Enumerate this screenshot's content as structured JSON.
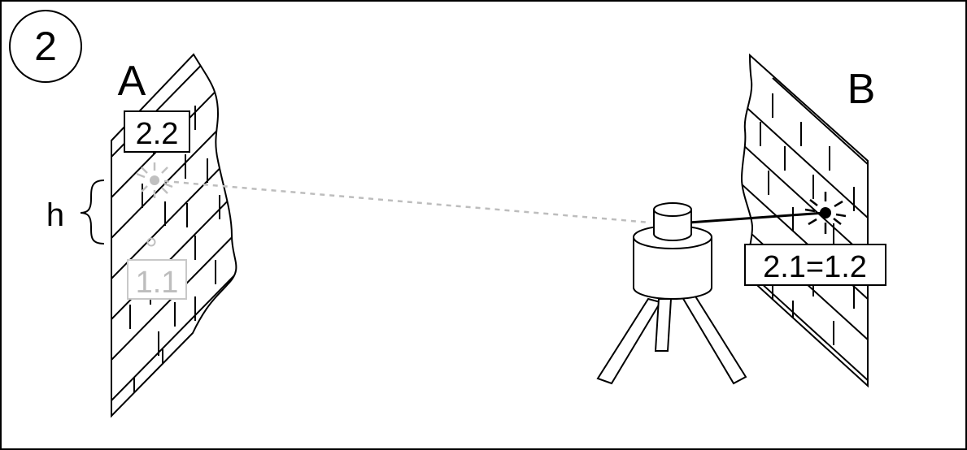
{
  "step_number": "2",
  "wall_a": {
    "label": "A",
    "mark_upper": "2.2",
    "mark_lower": "1.1",
    "height_symbol": "h"
  },
  "wall_b": {
    "label": "B",
    "mark": "2.1=1.2"
  },
  "colors": {
    "ink": "#000000",
    "faded": "#c0c0c0",
    "faded_text": "#bdbdbd",
    "beam_faded": "#bdbdbd"
  }
}
